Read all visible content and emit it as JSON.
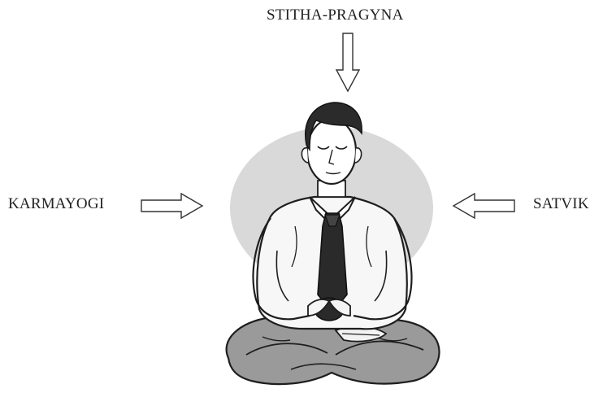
{
  "labels": {
    "top": "STITHA-PRAGYNA",
    "left": "KARMAYOGI",
    "right": "SATVIK"
  },
  "colors": {
    "text": "#222222",
    "arrow_stroke": "#333333",
    "halo": "#d9d9d9",
    "shirt": "#f7f7f7",
    "pants": "#9a9a9a",
    "tie": "#2a2a2a",
    "hair": "#2b2b2b"
  },
  "figure": {
    "icon": "meditating-man-clipart"
  }
}
